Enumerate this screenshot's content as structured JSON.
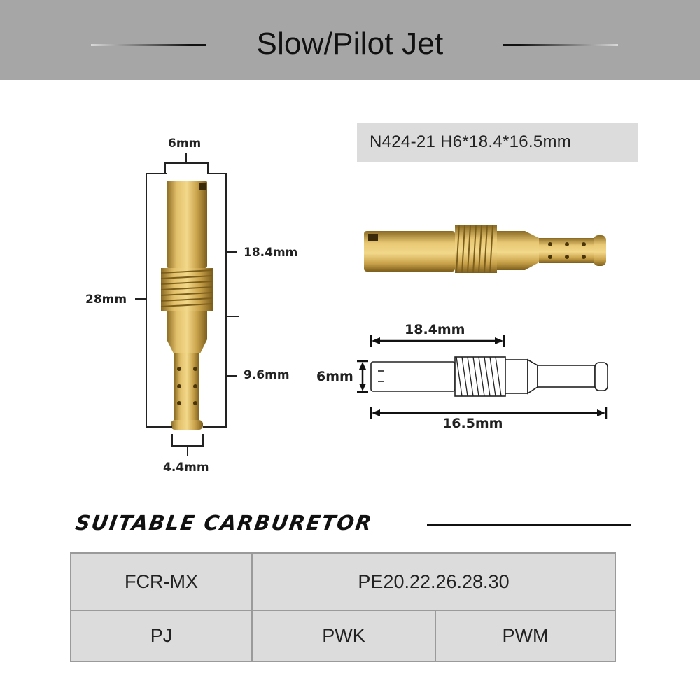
{
  "header": {
    "title": "Slow/Pilot Jet"
  },
  "spec": {
    "label": "N424-21 H6*18.4*16.5mm"
  },
  "left_drawing": {
    "top_width": "6mm",
    "upper_length": "18.4mm",
    "total_length": "28mm",
    "lower_length": "9.6mm",
    "tip_width": "4.4mm"
  },
  "right_drawing": {
    "head_length": "18.4mm",
    "diameter": "6mm",
    "body_length": "16.5mm"
  },
  "section": {
    "title": "SUITABLE CARBURETOR"
  },
  "table": {
    "row1": [
      "FCR-MX",
      "PE20.22.26.28.30"
    ],
    "row2": [
      "PJ",
      "PWK",
      "PWM"
    ]
  },
  "colors": {
    "header_bg": "#a6a6a6",
    "brass": "#c9a24a",
    "table_bg": "#dcdcdc"
  }
}
